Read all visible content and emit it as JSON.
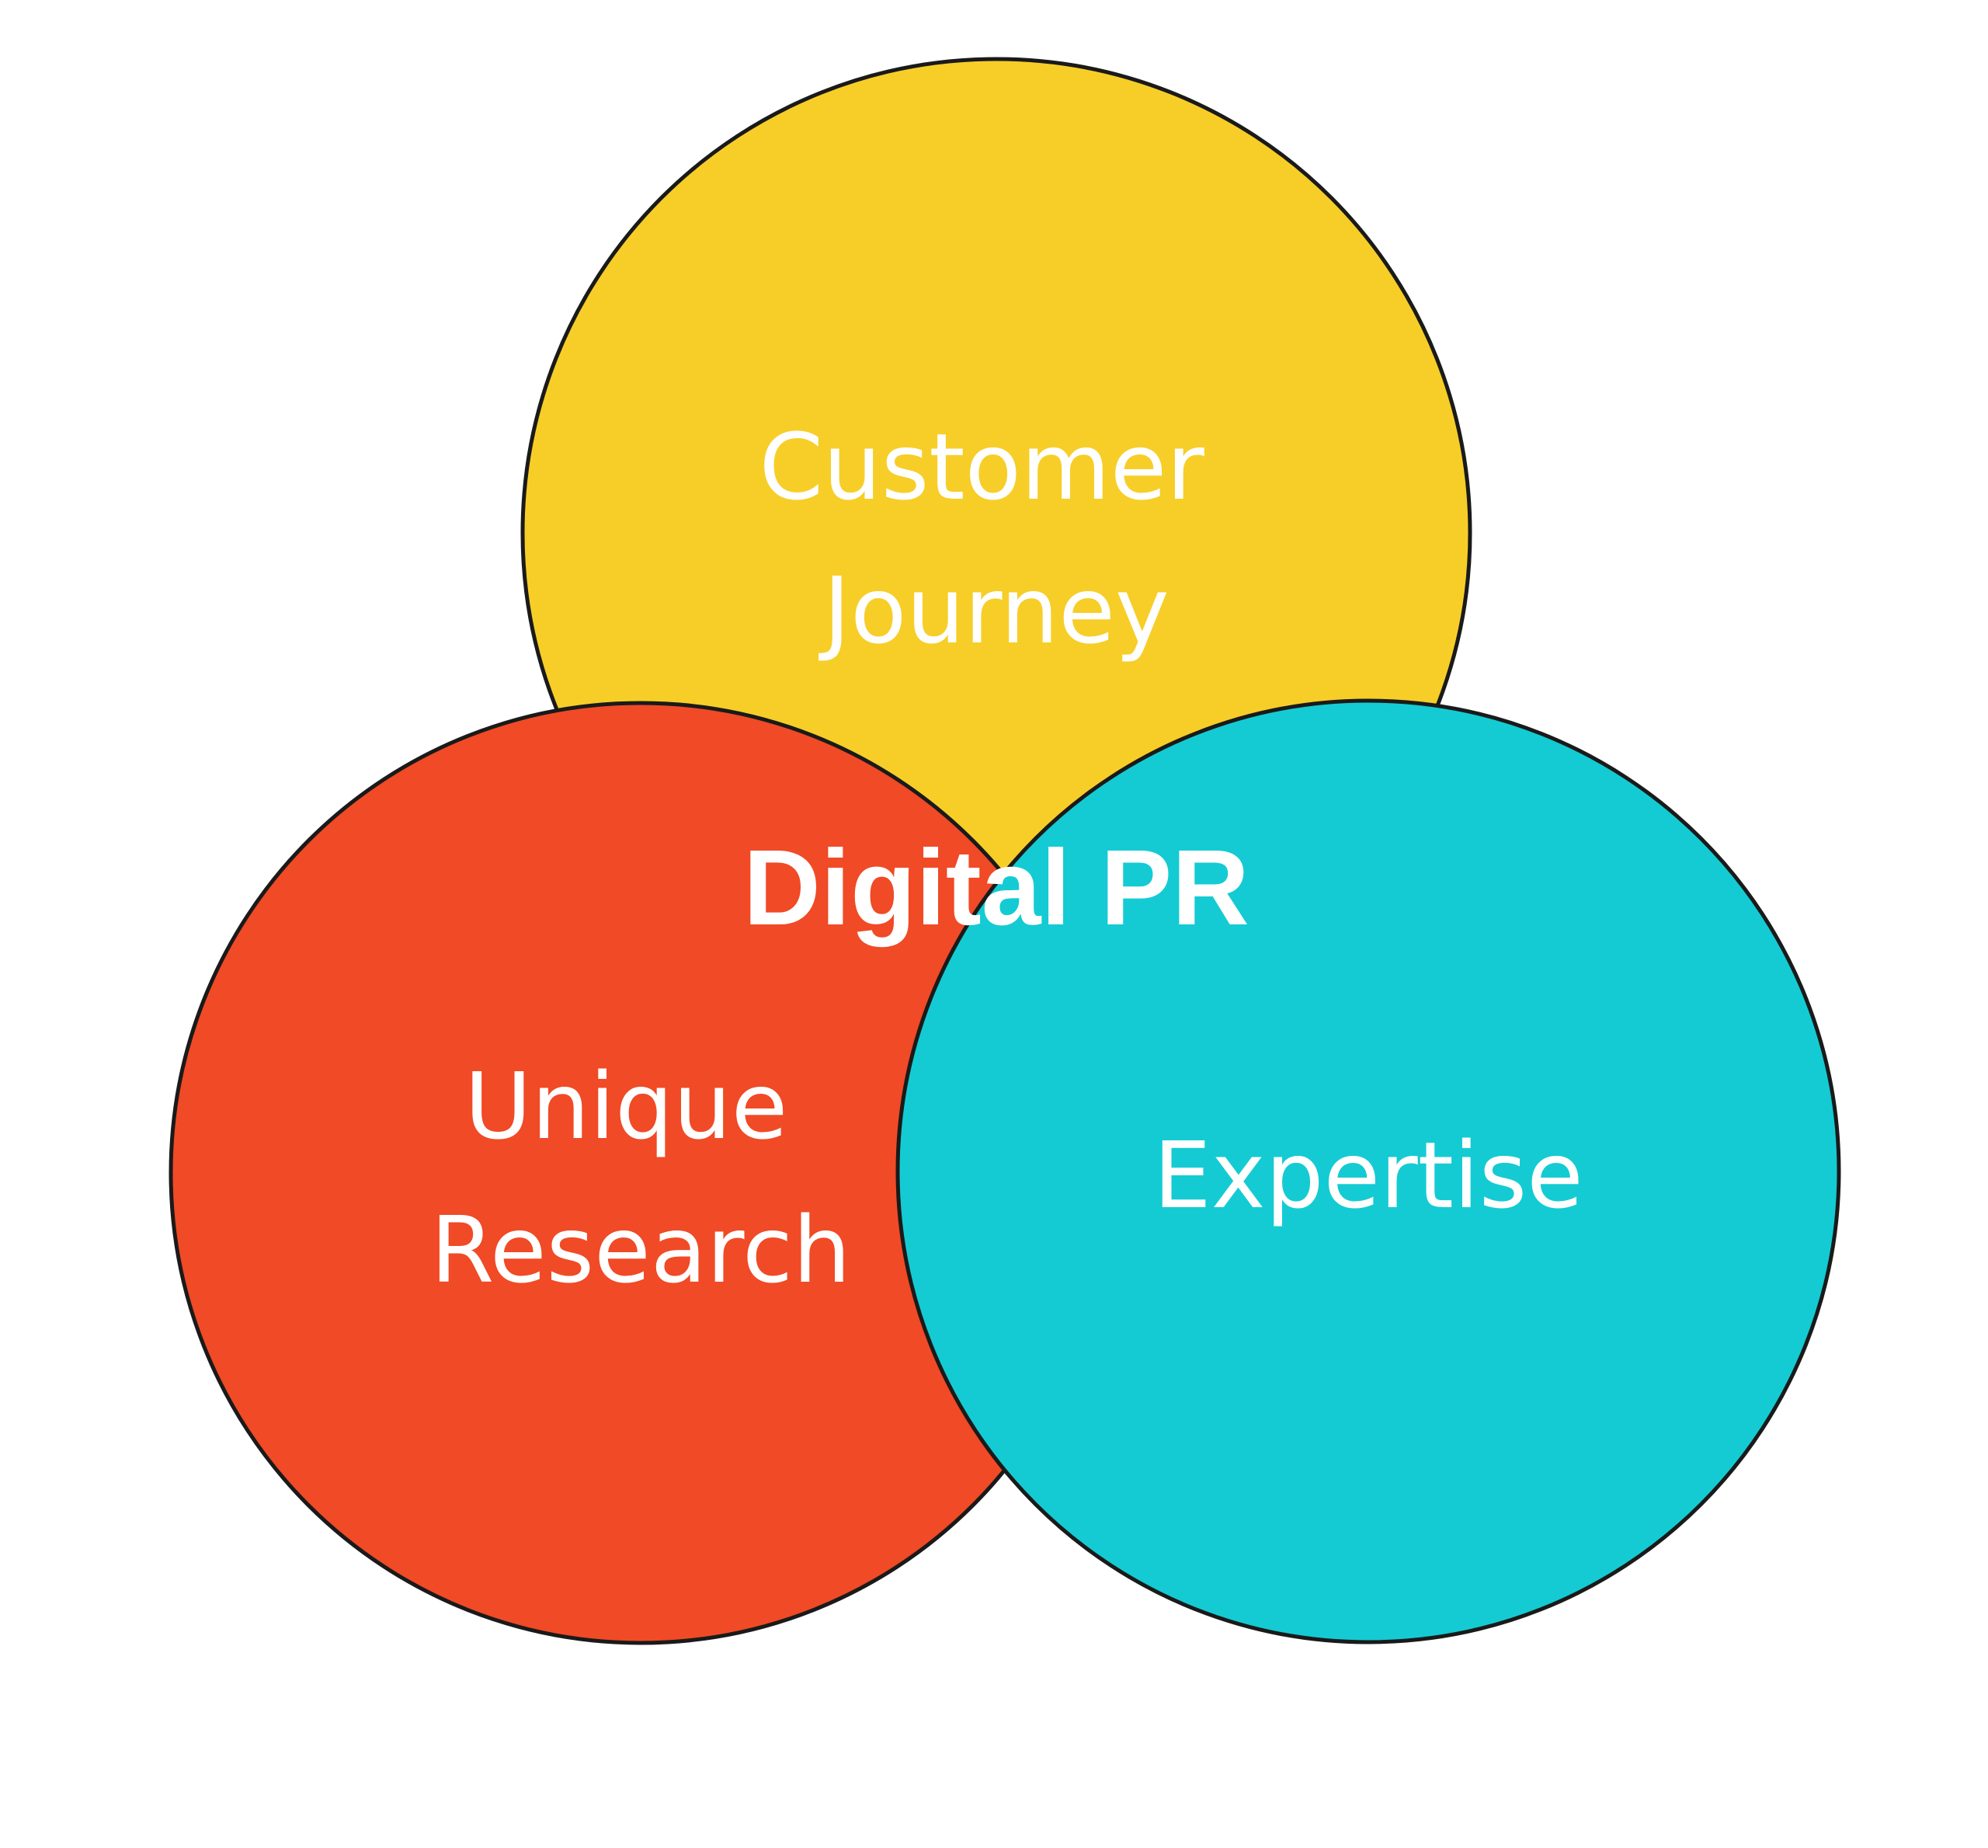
{
  "diagram": {
    "circles": [
      {
        "id": "top",
        "label_lines": [
          "Customer",
          "Journey"
        ],
        "color": "#F7CE28"
      },
      {
        "id": "left",
        "label_lines": [
          "Unique",
          "Research"
        ],
        "color": "#F04A26"
      },
      {
        "id": "right",
        "label_lines": [
          "Expertise"
        ],
        "color": "#14CBD3"
      }
    ],
    "center_label": "Digital PR",
    "stroke_color": "#1a1a1a"
  }
}
